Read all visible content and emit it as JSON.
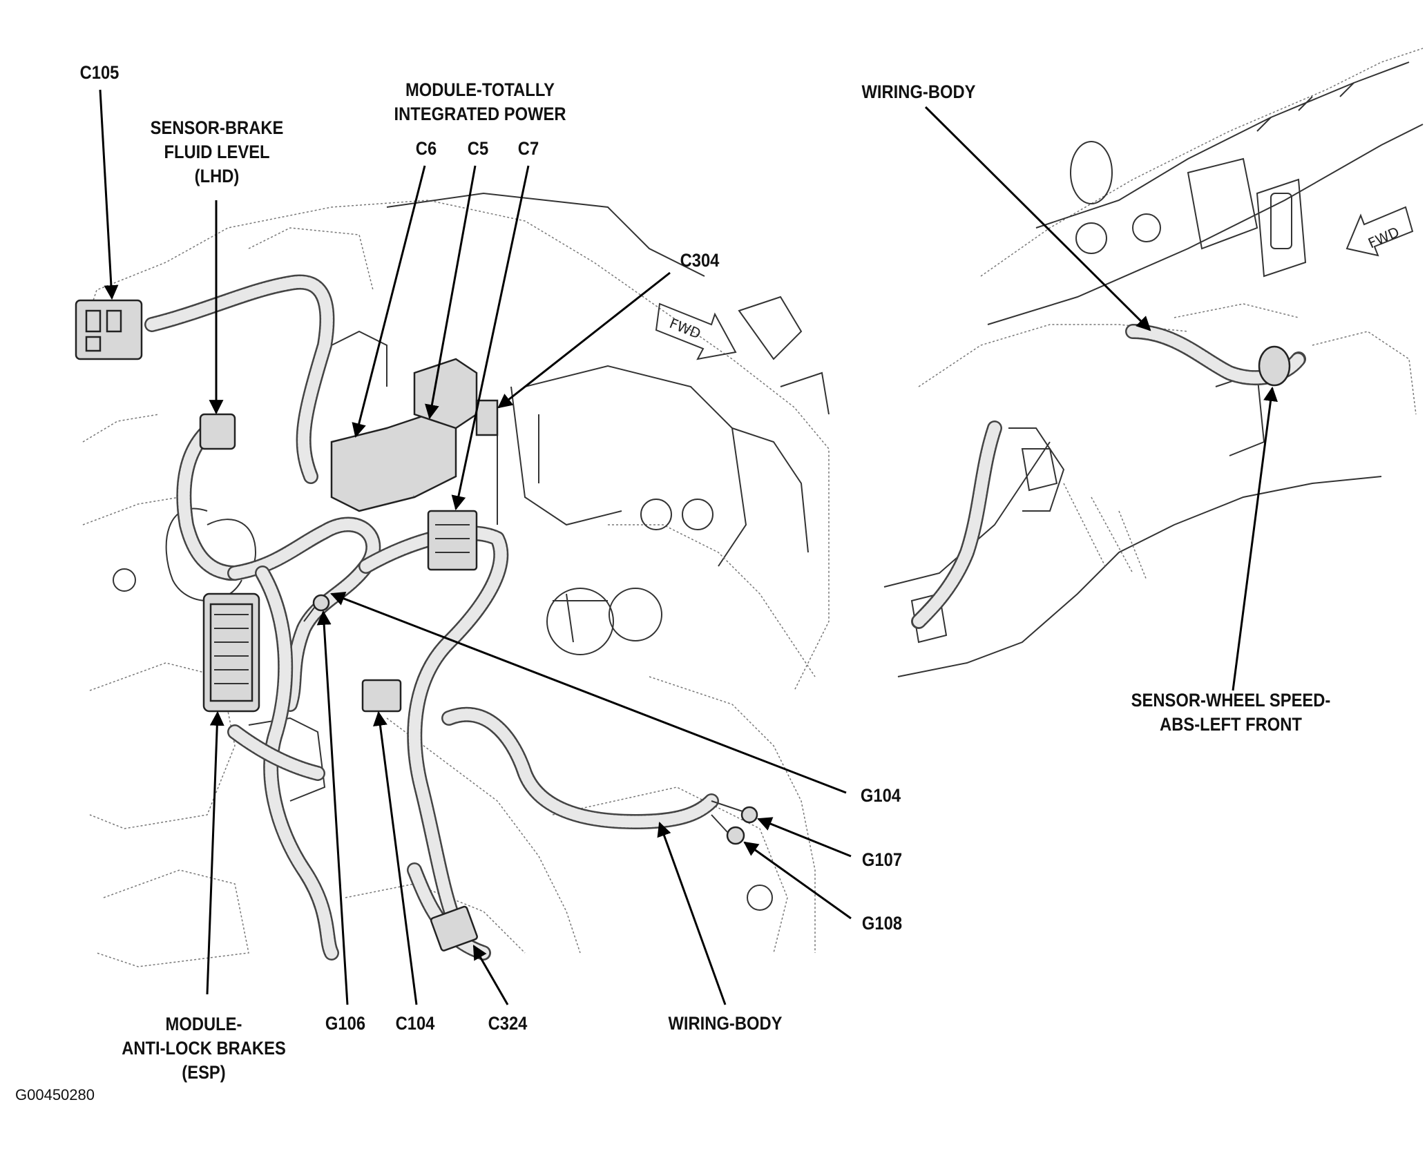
{
  "figure_code": "G00450280",
  "labels": {
    "c105": "C105",
    "brake_fluid_sensor": "SENSOR-BRAKE\nFLUID LEVEL\n(LHD)",
    "tipm": "MODULE-TOTALLY\nINTEGRATED POWER",
    "c6": "C6",
    "c5": "C5",
    "c7": "C7",
    "c304": "C304",
    "g104": "G104",
    "g107": "G107",
    "g108": "G108",
    "abs_module": "MODULE-\nANTI-LOCK BRAKES\n(ESP)",
    "g106": "G106",
    "c104": "C104",
    "c324": "C324",
    "wiring_body_bottom": "WIRING-BODY",
    "wiring_body_top": "WIRING-BODY",
    "wheel_speed_sensor": "SENSOR-WHEEL SPEED-\nABS-LEFT FRONT"
  },
  "fwd_marks": [
    "FWD",
    "FWD"
  ]
}
